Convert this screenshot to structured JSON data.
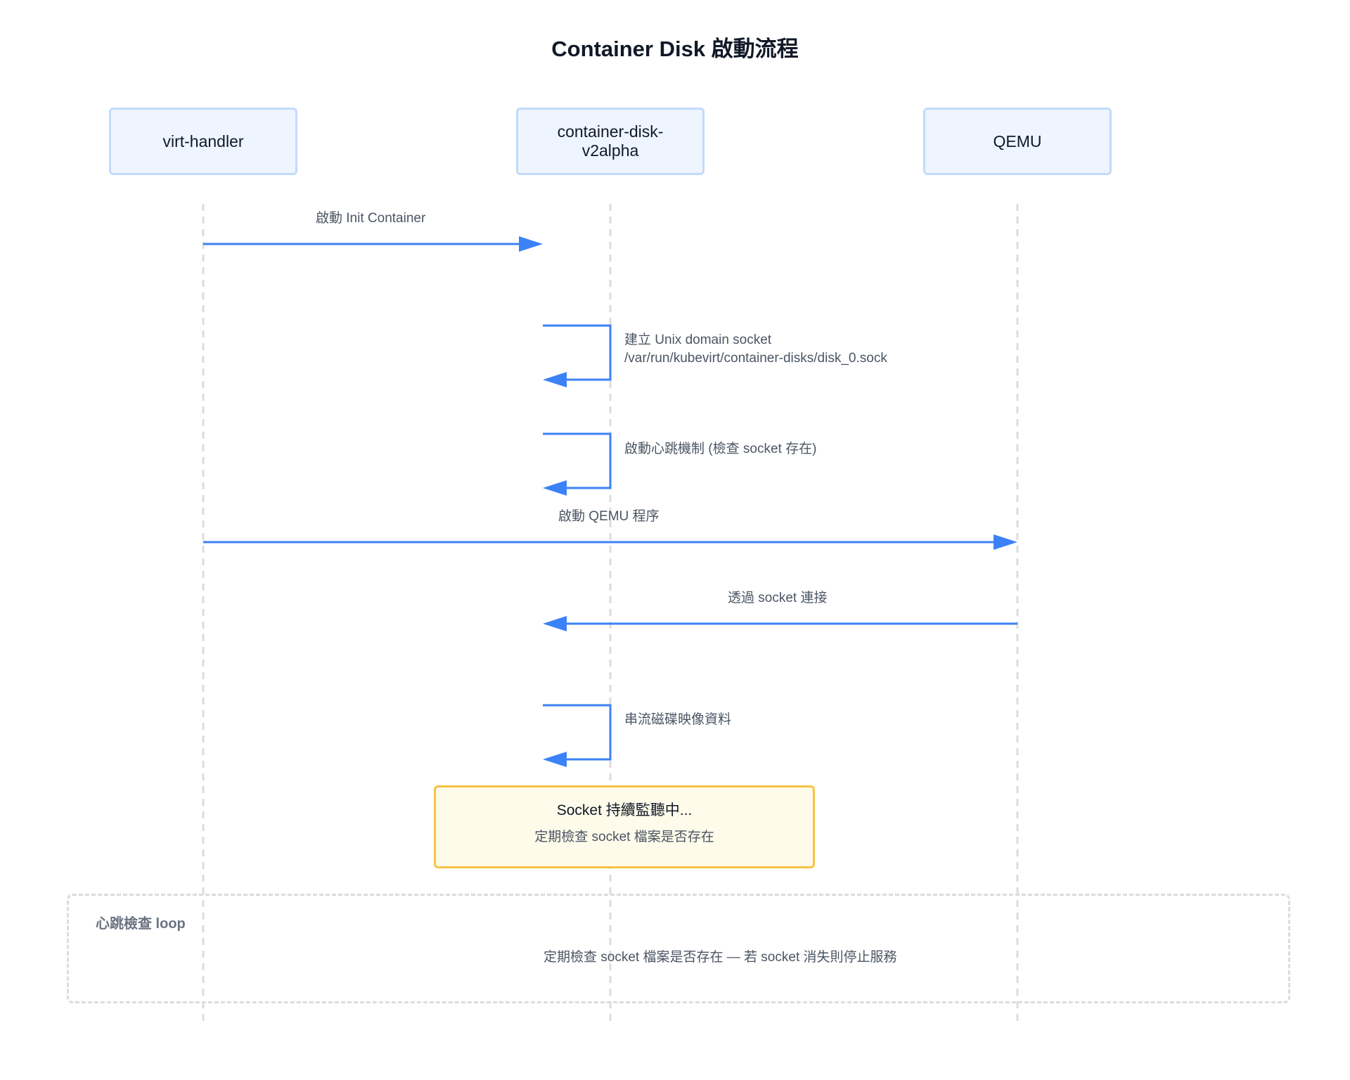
{
  "title": "Container Disk 啟動流程",
  "actors": [
    {
      "name": "virt-handler"
    },
    {
      "name": "container-disk-v2alpha"
    },
    {
      "name": "QEMU"
    }
  ],
  "messages": [
    {
      "from": "virt-handler",
      "to": "container-disk-v2alpha",
      "label": "啟動 Init Container"
    },
    {
      "from": "container-disk-v2alpha",
      "to": "container-disk-v2alpha",
      "label_line1": "建立 Unix domain socket",
      "label_line2": "/var/run/kubevirt/container-disks/disk_0.sock"
    },
    {
      "from": "container-disk-v2alpha",
      "to": "container-disk-v2alpha",
      "label": "啟動心跳機制 (檢查 socket 存在)"
    },
    {
      "from": "virt-handler",
      "to": "QEMU",
      "label": "啟動 QEMU 程序"
    },
    {
      "from": "QEMU",
      "to": "container-disk-v2alpha",
      "label": "透過 socket 連接"
    },
    {
      "from": "container-disk-v2alpha",
      "to": "container-disk-v2alpha",
      "label": "串流磁碟映像資料"
    }
  ],
  "note": {
    "title": "Socket 持續監聽中...",
    "subtitle": "定期檢查 socket 檔案是否存在"
  },
  "loop": {
    "label": "心跳檢查 loop",
    "text": "定期檢查 socket 檔案是否存在 — 若 socket 消失則停止服務"
  },
  "colors": {
    "arrow": "#3b82f6",
    "lifeline": "#dcdcdc",
    "actor_fill": "#eef5ff",
    "actor_border": "#c2dbfb",
    "note_fill": "#fffbea",
    "note_border": "#f6c343"
  }
}
